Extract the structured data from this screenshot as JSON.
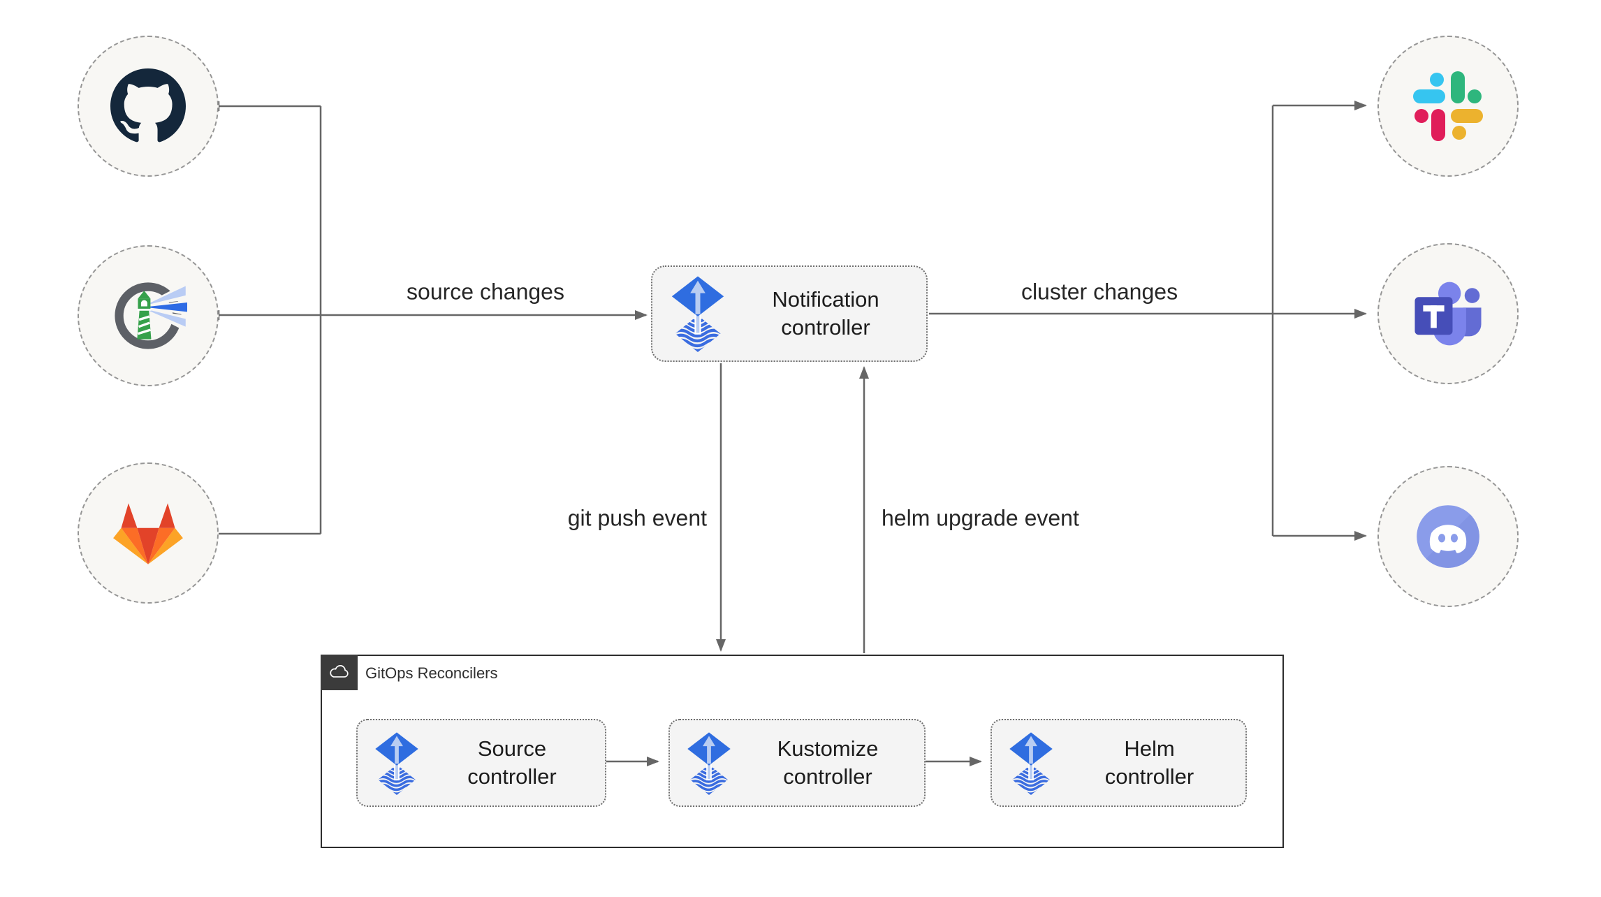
{
  "diagram": {
    "nodes": {
      "notification": {
        "label": "Notification controller",
        "icon": "flux-icon"
      },
      "source": {
        "label": "Source controller",
        "icon": "flux-icon"
      },
      "kustomize": {
        "label": "Kustomize controller",
        "icon": "flux-icon"
      },
      "helm": {
        "label": "Helm controller",
        "icon": "flux-icon"
      }
    },
    "group": {
      "label": "GitOps Reconcilers",
      "icon": "cloud-icon"
    },
    "edges": {
      "source_changes": "source changes",
      "cluster_changes": "cluster changes",
      "git_push": "git push event",
      "helm_upgrade": "helm upgrade event"
    },
    "integrations": {
      "left": [
        "github-icon",
        "harbor-icon",
        "gitlab-icon"
      ],
      "right": [
        "slack-icon",
        "teams-icon",
        "discord-icon"
      ]
    },
    "colors": {
      "flux_blue": "#2f6de0",
      "flux_light_arrow": "#b9cdf2",
      "connector_gray": "#666666",
      "node_bg": "#f4f4f4",
      "circle_bg": "#f8f7f4",
      "circle_border": "#969696",
      "group_border": "#2d2d2d",
      "group_tab_bg": "#3b3b3b",
      "github": "#14273b",
      "harbor_green": "#36a14b",
      "harbor_gray": "#5d6066",
      "gitlab_red": "#e24329",
      "gitlab_orange": "#fc6d26",
      "gitlab_yellow": "#fca326",
      "slack_blue": "#36C5F0",
      "slack_green": "#2EB67D",
      "slack_yellow": "#ECB22E",
      "slack_red": "#E01E5A",
      "teams_dark": "#464eb8",
      "teams_light": "#7b83eb",
      "discord_blurple": "#8a9cea"
    }
  }
}
